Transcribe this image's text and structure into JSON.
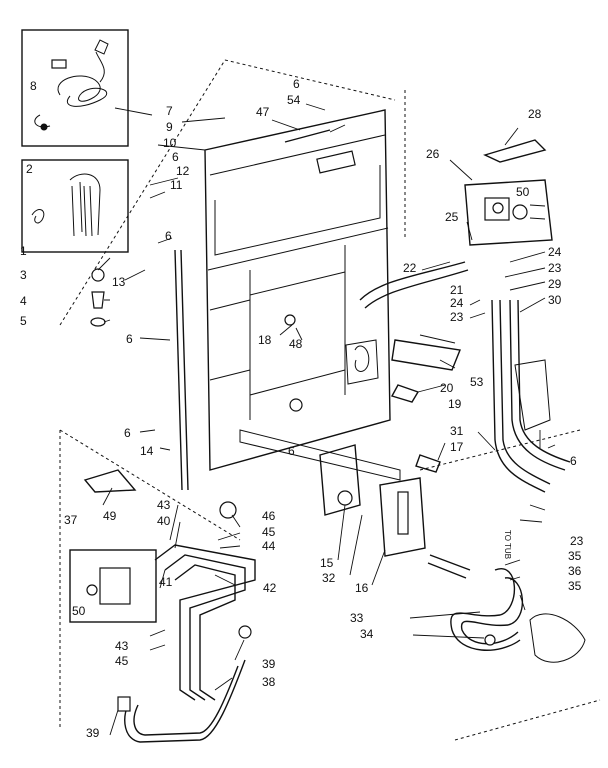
{
  "header": {
    "caption": ""
  },
  "parts": {
    "p1": "1",
    "p2": "2",
    "p3": "3",
    "p4": "4",
    "p5": "5",
    "p6": "6",
    "p7": "7",
    "p8": "8",
    "p9": "9",
    "p10": "10",
    "p11": "11",
    "p12": "12",
    "p13": "13",
    "p14": "14",
    "p15": "15",
    "p16": "16",
    "p17": "17",
    "p18": "18",
    "p19": "19",
    "p20": "20",
    "p21": "21",
    "p22": "22",
    "p23": "23",
    "p24": "24",
    "p25": "25",
    "p26": "26",
    "p28": "28",
    "p29": "29",
    "p30": "30",
    "p31": "31",
    "p32": "32",
    "p33": "33",
    "p34": "34",
    "p35": "35",
    "p36": "36",
    "p37": "37",
    "p38": "38",
    "p39": "39",
    "p40": "40",
    "p41": "41",
    "p42": "42",
    "p43": "43",
    "p44": "44",
    "p45": "45",
    "p46": "46",
    "p47": "47",
    "p48": "48",
    "p49": "49",
    "p50": "50",
    "p53": "53",
    "p54": "54"
  },
  "to_tub": "TO TUB"
}
